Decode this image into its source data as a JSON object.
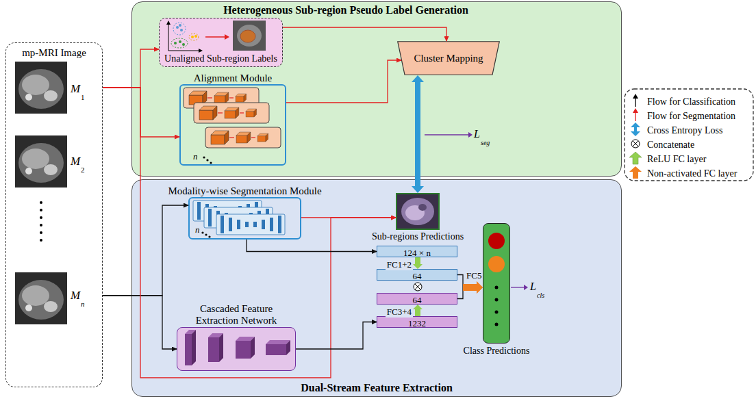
{
  "diagram": {
    "nodes": [
      {
        "text": [
          "mp-MRI Image"
        ]
      },
      {
        "text": [
          "Heterogeneous Sub-region Pseudo Label Generation"
        ]
      },
      {
        "text": [
          "Unaligned Sub-region Labels"
        ],
        "in": 1
      },
      {
        "text": [
          "Cluster Mapping"
        ],
        "in": 1
      },
      {
        "text": [
          "Alignment Module"
        ],
        "in": 1
      },
      {
        "text": [
          "Dual-Stream Feature Extraction"
        ]
      },
      {
        "text": [
          "Modality-wise Segmentation Module"
        ],
        "in": 5
      },
      {
        "text": [
          "Sub-regions Predictions"
        ],
        "in": 5
      },
      {
        "text": [
          "124 × n"
        ],
        "in": 5
      },
      {
        "text": [
          "64"
        ],
        "in": 5
      },
      {
        "text": [
          "64"
        ],
        "in": 5
      },
      {
        "text": [
          "1232"
        ],
        "in": 5
      },
      {
        "text": [
          "Cascaded Feature Extraction Network"
        ],
        "in": 5
      },
      {
        "text": [
          "Class Predictions"
        ],
        "in": 5
      }
    ],
    "edges": [
      {
        "from": 0,
        "to": 2,
        "arrow": "to"
      },
      {
        "from": 0,
        "to": 4,
        "arrow": "to"
      },
      {
        "from": 0,
        "to": 6,
        "arrow": "to"
      },
      {
        "from": 0,
        "to": 12,
        "arrow": "to"
      },
      {
        "from": 0,
        "to": 7,
        "arrow": "to"
      },
      {
        "from": 2,
        "to": 3,
        "arrow": "to"
      },
      {
        "from": 4,
        "to": 3,
        "arrow": "to"
      },
      {
        "from": 3,
        "to": 7,
        "arrow": "both"
      },
      {
        "from": 6,
        "to": 7,
        "arrow": "to"
      },
      {
        "from": 6,
        "to": 8,
        "arrow": "to"
      },
      {
        "from": 8,
        "to": 9,
        "arrow": "to",
        "label": "FC1+2"
      },
      {
        "from": 11,
        "to": 10,
        "arrow": "to",
        "label": "FC3+4"
      },
      {
        "from": 12,
        "to": 11,
        "arrow": "to"
      },
      {
        "from": 9,
        "to": 13,
        "arrow": "to",
        "label": "FC5"
      },
      {
        "from": 10,
        "to": 13,
        "arrow": "to"
      }
    ],
    "labels": [
      "M",
      "1",
      "M",
      "2",
      "M",
      "n",
      "n",
      "n",
      "L",
      "seg",
      "L",
      "cls"
    ],
    "legend": [
      {
        "text": "Flow for Classification"
      },
      {
        "text": "Flow for Segmentation"
      },
      {
        "text": "Cross Entropy Loss"
      },
      {
        "text": "Concatenate"
      },
      {
        "text": "ReLU FC layer"
      },
      {
        "text": "Non-activated FC layer"
      }
    ]
  }
}
